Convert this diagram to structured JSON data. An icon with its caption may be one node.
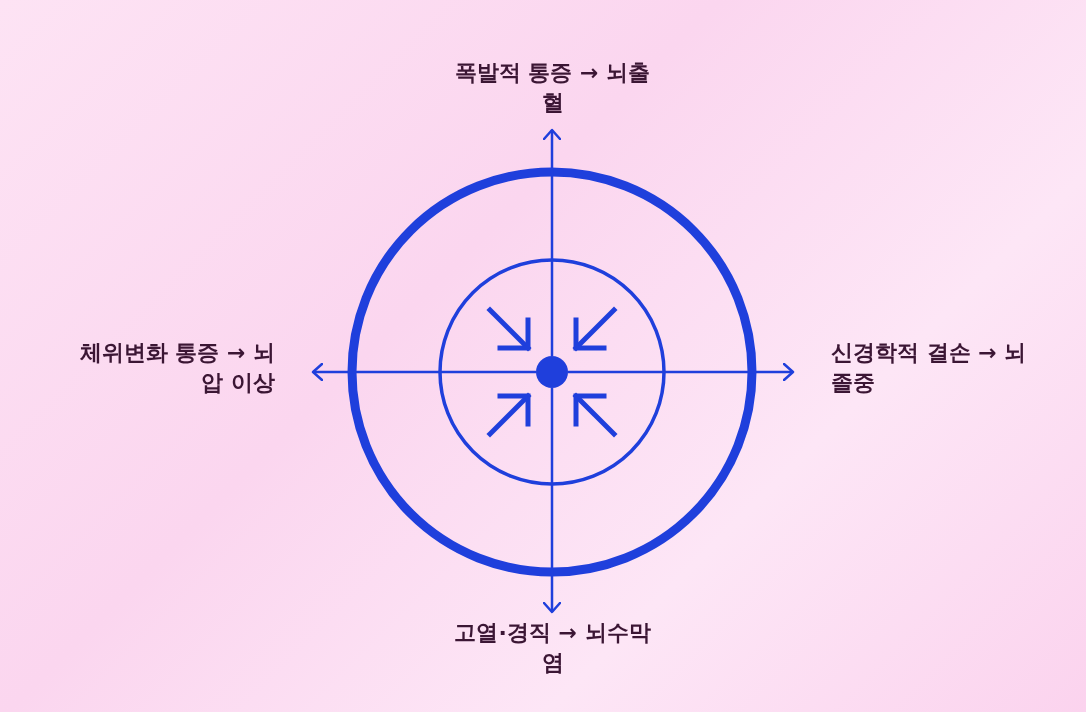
{
  "diagram": {
    "nodes": [
      {
        "text": [
          "폭발적 통증 → 뇌출혈"
        ]
      },
      {
        "text": [
          "체위변화 통증 → 뇌압 이상"
        ]
      },
      {
        "text": [],
        "shape": "circle"
      },
      {
        "text": [
          "신경학적 결손 → 뇌졸중"
        ]
      },
      {
        "text": [
          "고열·경직 → 뇌수막염"
        ]
      }
    ],
    "edges": [
      {
        "from": 2,
        "to": 0,
        "arrow": "to"
      },
      {
        "from": 2,
        "to": 1,
        "arrow": "to"
      },
      {
        "from": 2,
        "to": 3,
        "arrow": "to"
      },
      {
        "from": 2,
        "to": 4,
        "arrow": "to"
      }
    ]
  }
}
